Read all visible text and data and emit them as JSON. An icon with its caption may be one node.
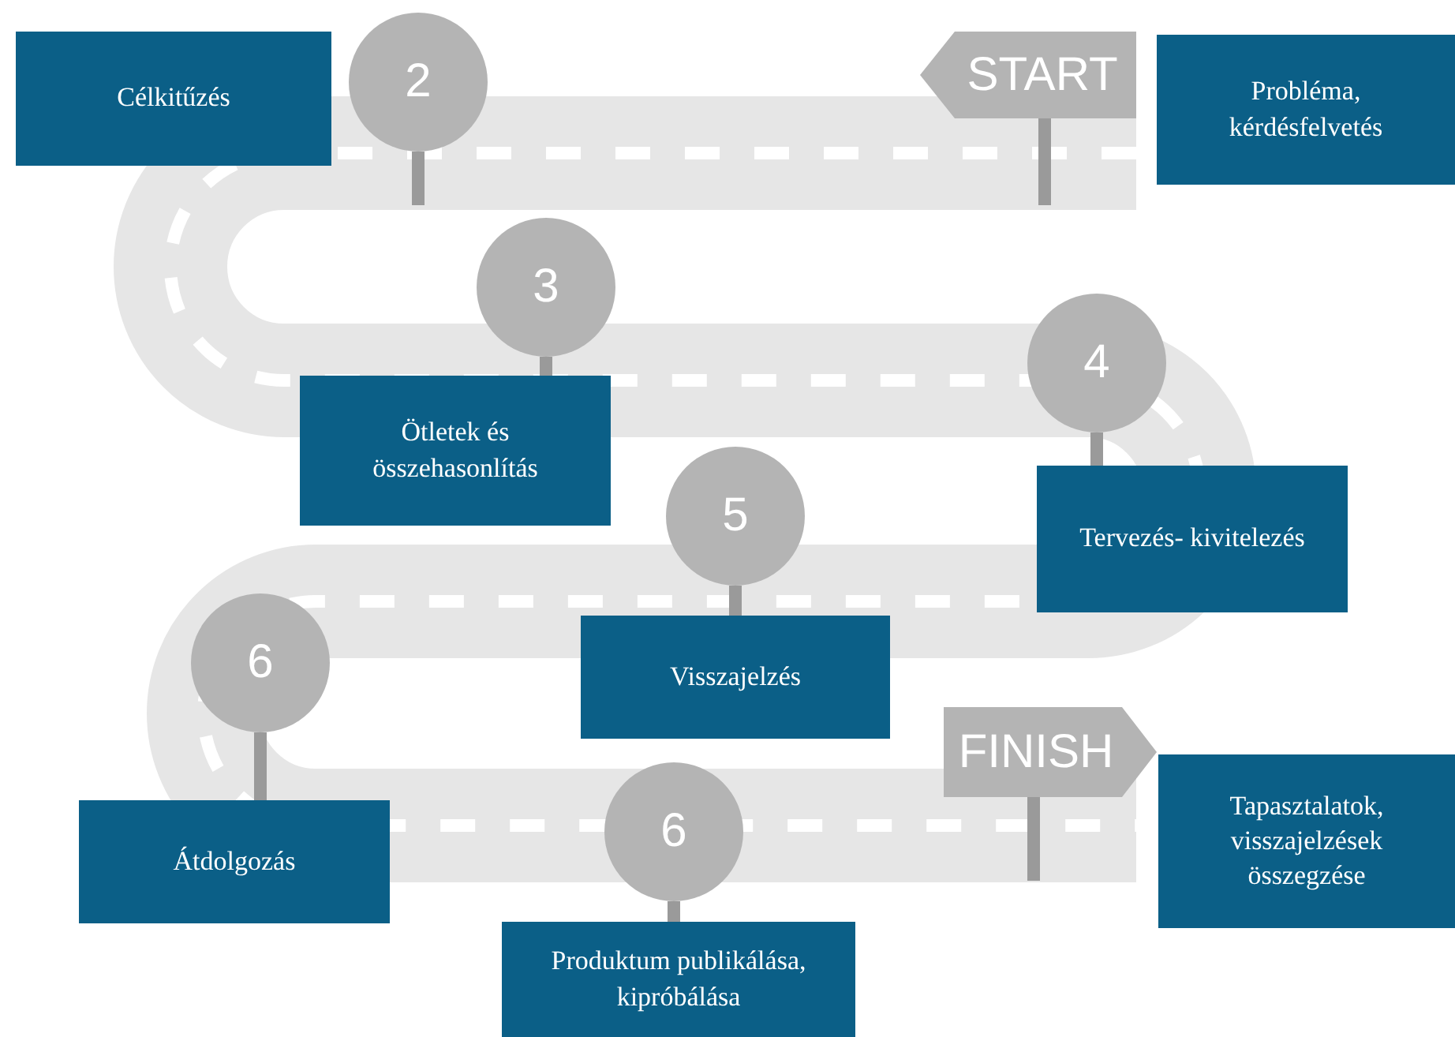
{
  "diagram": {
    "nodes": [
      {
        "text": [
          "Célkitűzés"
        ]
      },
      {
        "text": [
          "2"
        ]
      },
      {
        "text": [
          "START"
        ]
      },
      {
        "text": [
          "Probléma, kérdésfelvetés"
        ]
      },
      {
        "text": [
          "3"
        ]
      },
      {
        "text": [
          "Ötletek és összehasonlítás"
        ]
      },
      {
        "text": [
          "4"
        ]
      },
      {
        "text": [
          "Tervezés- kivitelezés"
        ]
      },
      {
        "text": [
          "5"
        ]
      },
      {
        "text": [
          "Visszajelzés"
        ]
      },
      {
        "text": [
          "6"
        ]
      },
      {
        "text": [
          "Átdolgozás"
        ]
      },
      {
        "text": [
          "FINISH"
        ]
      },
      {
        "text": [
          "Tapasztalatok, visszajelzések összegzése"
        ]
      },
      {
        "text": [
          "6"
        ]
      },
      {
        "text": [
          "Produktum publikálása, kipróbálása"
        ]
      }
    ]
  }
}
